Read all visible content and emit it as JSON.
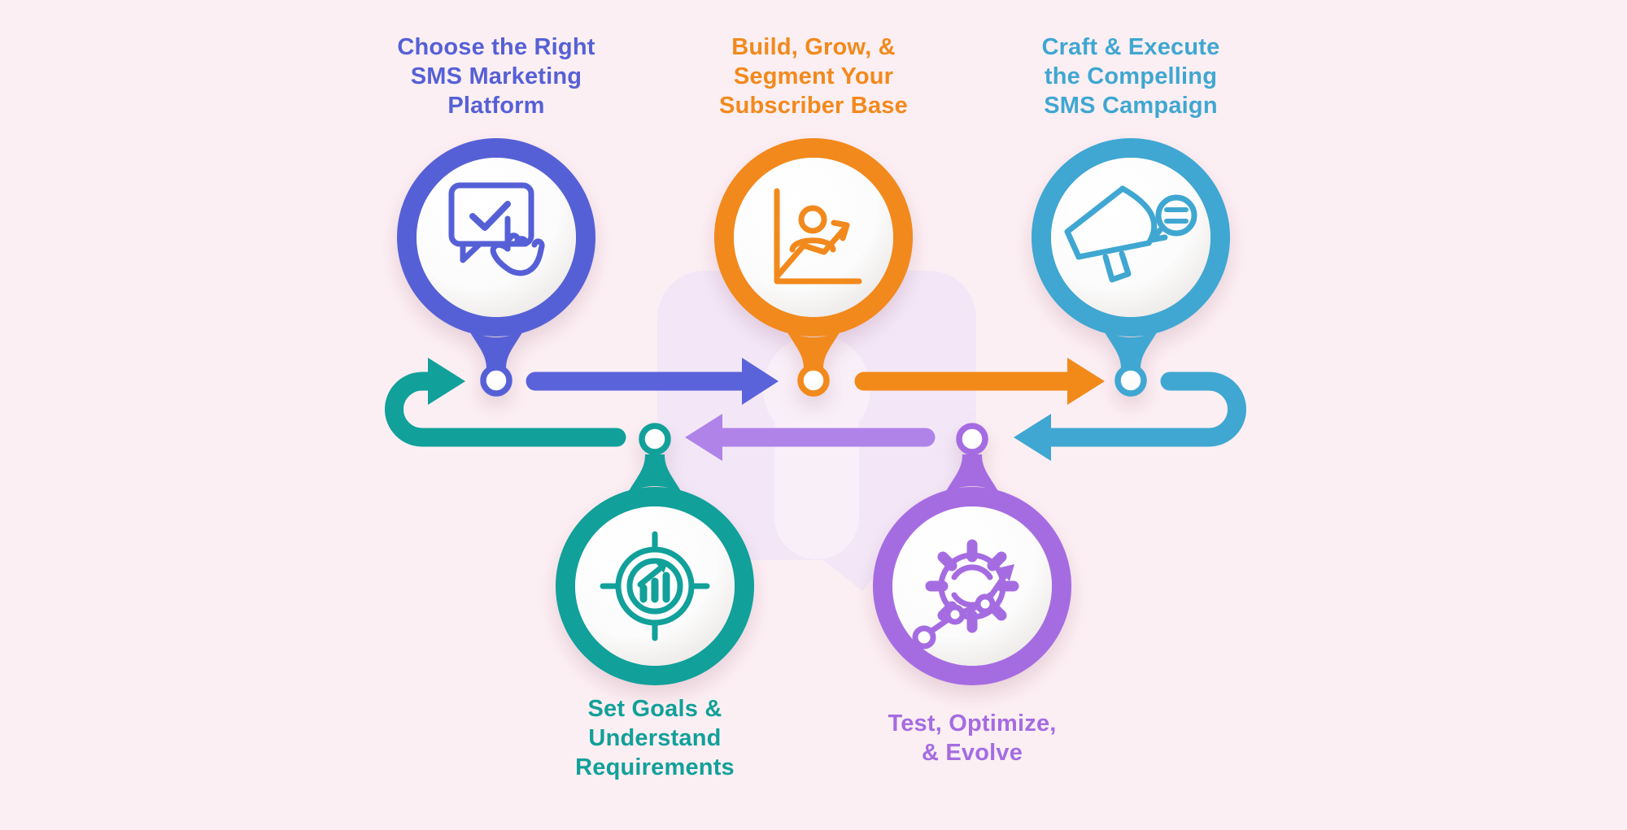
{
  "infographic": {
    "name": "SMS Marketing Process Flow",
    "background_color": "#fceff3",
    "watermark": {
      "name": "chat-bubble-watermark",
      "color": "#f3e7f7",
      "inner_color": "#f9eff8"
    }
  },
  "steps": [
    {
      "label": "Choose the Right\nSMS Marketing\nPlatform",
      "color": "#5660d6",
      "icon": "message-check-tap-icon"
    },
    {
      "label": "Build, Grow, &\nSegment Your\nSubscriber Base",
      "color": "#f2891c",
      "icon": "subscriber-growth-chart-icon"
    },
    {
      "label": "Craft & Execute\nthe Compelling\nSMS Campaign",
      "color": "#3fa7d1",
      "icon": "megaphone-announcement-icon"
    },
    {
      "label": "Set Goals &\nUnderstand\nRequirements",
      "color": "#11a09a",
      "icon": "target-goals-icon"
    },
    {
      "label": "Test, Optimize,\n& Evolve",
      "color": "#a56ce2",
      "icon": "gear-optimization-icon"
    }
  ],
  "arrows": [
    {
      "name": "arrow-goals-to-choose",
      "color": "#11a09a",
      "direction": "left-loop-up-right"
    },
    {
      "name": "arrow-choose-to-build",
      "color": "#5a63da",
      "direction": "right"
    },
    {
      "name": "arrow-build-to-craft",
      "color": "#f28a1a",
      "direction": "right"
    },
    {
      "name": "arrow-craft-to-test",
      "color": "#3fa7d1",
      "direction": "right-loop-down-left"
    },
    {
      "name": "arrow-test-to-goals",
      "color": "#b083e9",
      "direction": "left"
    }
  ]
}
